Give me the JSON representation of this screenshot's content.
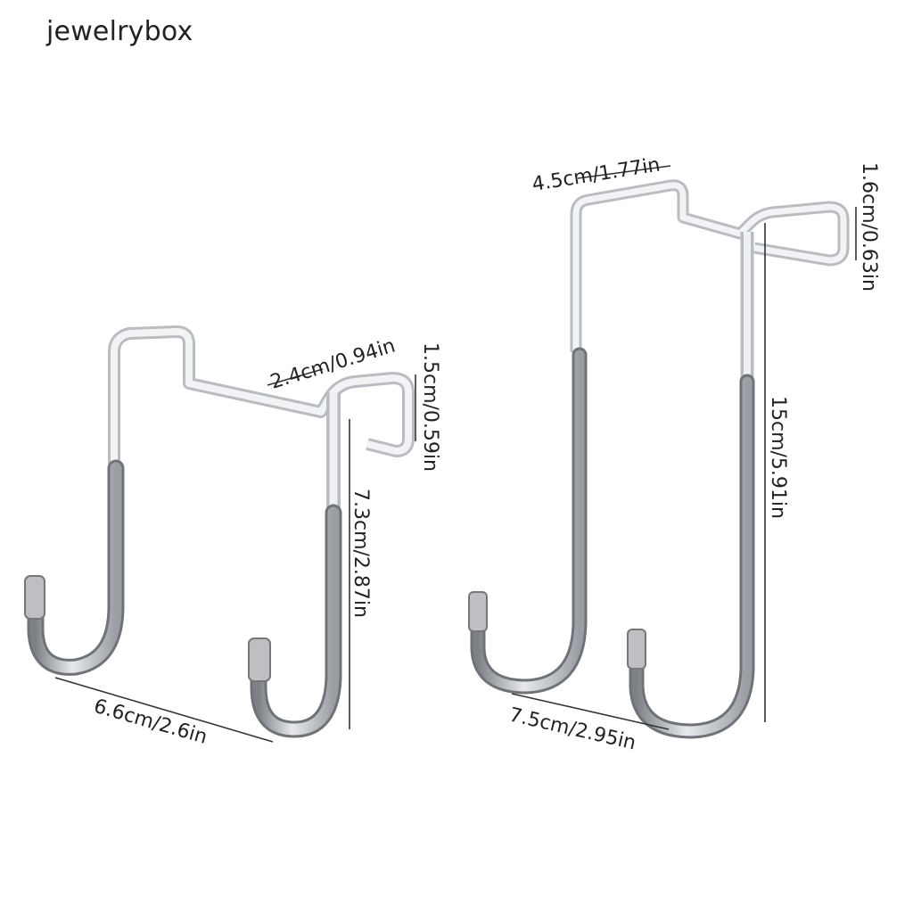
{
  "brand": "jewelrybox",
  "colors": {
    "metal": "#c9ccd0",
    "metal_dark": "#8f9398",
    "dim_line": "#333333"
  },
  "product": {
    "small_hook": {
      "top_width": "2.4cm/0.94in",
      "thickness": "1.5cm/0.59in",
      "height": "7.3cm/2.87in",
      "width": "6.6cm/2.6in"
    },
    "large_hook": {
      "top_width": "4.5cm/1.77in",
      "thickness": "1.6cm/0.63in",
      "height": "15cm/5.91in",
      "width": "7.5cm/2.95in"
    }
  }
}
